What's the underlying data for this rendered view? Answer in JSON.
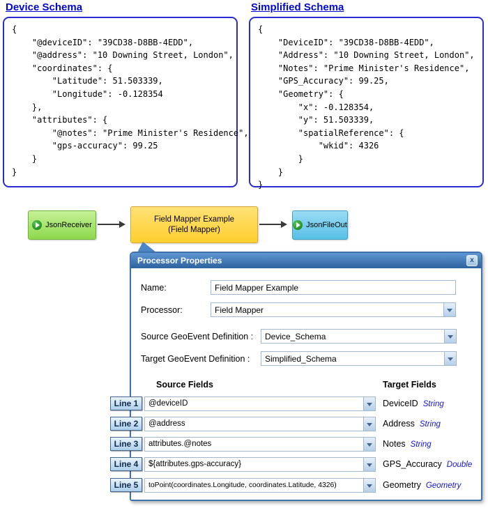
{
  "device_schema": {
    "title": "Device Schema",
    "lines": [
      "{",
      "    \"@deviceID\": \"39CD38-D8BB-4EDD\",",
      "    \"@address\": \"10 Downing Street, London\",",
      "    \"coordinates\": {",
      "        \"Latitude\": 51.503339,",
      "        \"Longitude\": -0.128354",
      "    },",
      "    \"attributes\": {",
      "        \"@notes\": \"Prime Minister's Residence\",",
      "        \"gps-accuracy\": 99.25",
      "    }",
      "}"
    ]
  },
  "simplified_schema": {
    "title": "Simplified Schema",
    "lines": [
      "{",
      "    \"DeviceID\": \"39CD38-D8BB-4EDD\",",
      "    \"Address\": \"10 Downing Street, London\",",
      "    \"Notes\": \"Prime Minister's Residence\",",
      "    \"GPS_Accuracy\": 99.25,",
      "    \"Geometry\": {",
      "        \"x\": -0.128354,",
      "        \"y\": 51.503339,",
      "        \"spatialReference\": {",
      "            \"wkid\": 4326",
      "        }",
      "    }",
      "}"
    ]
  },
  "flow": {
    "receiver_label": "JsonReceiver",
    "processor_label_line1": "Field Mapper Example",
    "processor_label_line2": "(Field Mapper)",
    "output_label": "JsonFileOut"
  },
  "dialog": {
    "title": "Processor Properties",
    "close_label": "x",
    "name_label": "Name:",
    "name_value": "Field Mapper Example",
    "processor_label": "Processor:",
    "processor_value": "Field Mapper",
    "source_def_label": "Source GeoEvent Definition :",
    "source_def_value": "Device_Schema",
    "target_def_label": "Target GeoEvent Definition :",
    "target_def_value": "Simplified_Schema",
    "source_fields_header": "Source Fields",
    "target_fields_header": "Target Fields",
    "rows": [
      {
        "annotation": "Line 1",
        "source": "@deviceID",
        "target": "DeviceID",
        "type": "String"
      },
      {
        "annotation": "Line 2",
        "source": "@address",
        "target": "Address",
        "type": "String"
      },
      {
        "annotation": "Line 3",
        "source": "attributes.@notes",
        "target": "Notes",
        "type": "String"
      },
      {
        "annotation": "Line 4",
        "source": "${attributes.gps-accuracy}",
        "target": "GPS_Accuracy",
        "type": "Double"
      },
      {
        "annotation": "Line 5",
        "source": "toPoint(coordinates.Longitude, coordinates.Latitude, 4326)",
        "target": "Geometry",
        "type": "Geometry"
      }
    ]
  }
}
